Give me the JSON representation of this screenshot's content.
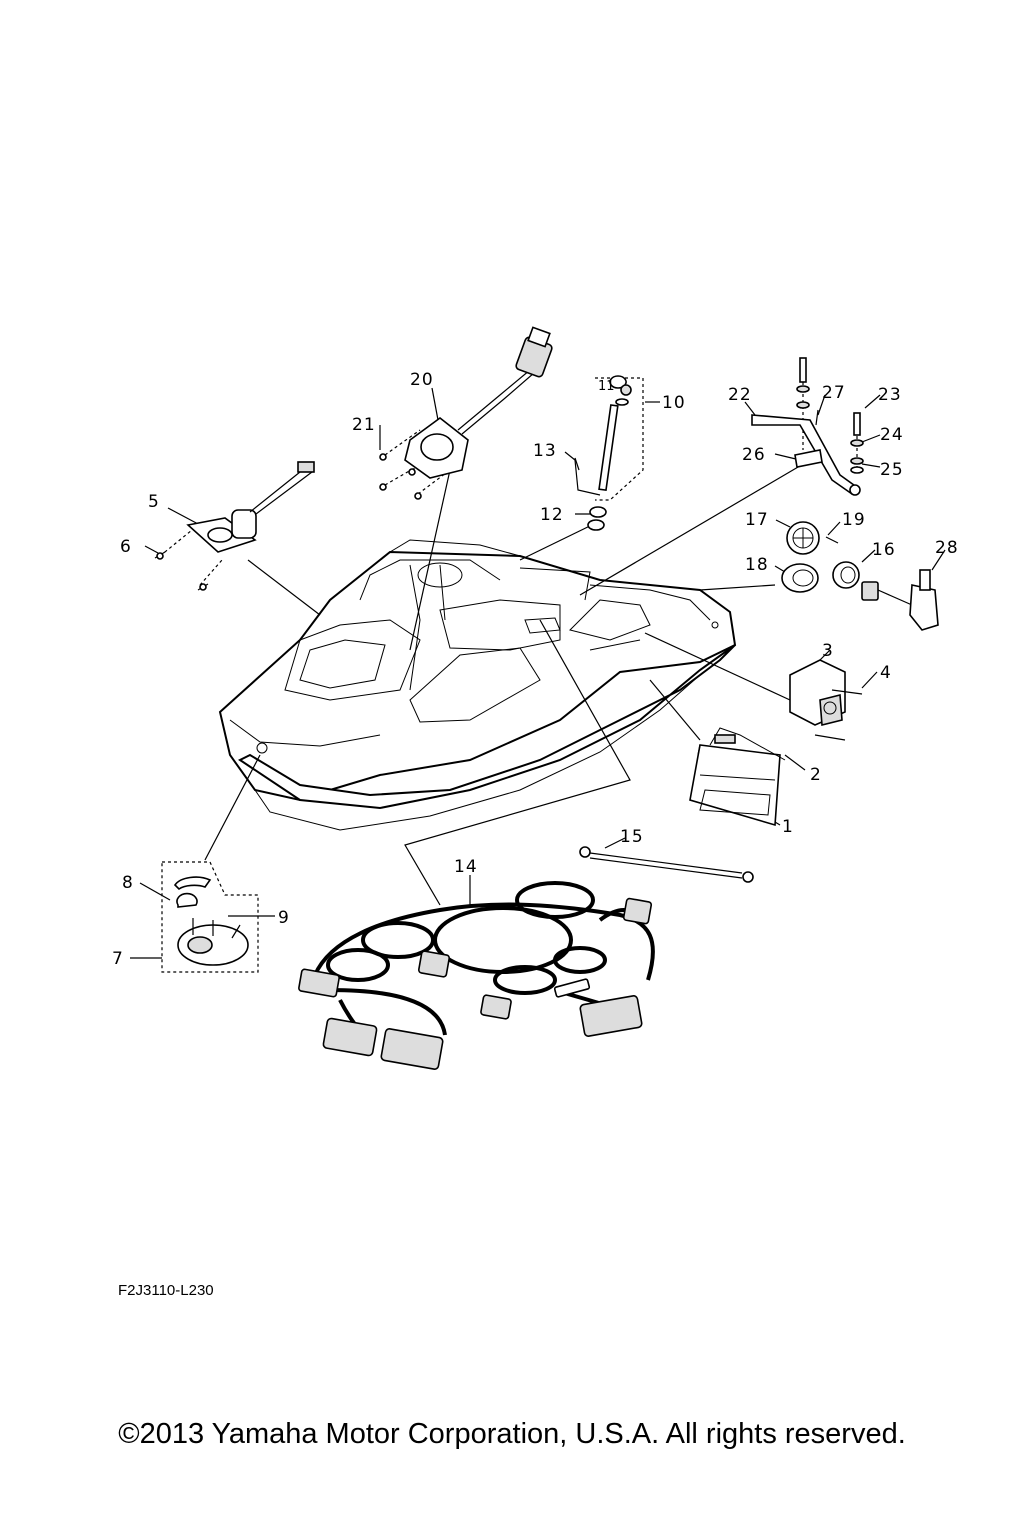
{
  "drawing_code": "F2J3110-L230",
  "copyright": "©2013 Yamaha Motor Corporation, U.S.A. All rights reserved.",
  "callouts": {
    "c1": "1",
    "c2": "2",
    "c3": "3",
    "c4": "4",
    "c5": "5",
    "c6": "6",
    "c7": "7",
    "c8": "8",
    "c9": "9",
    "c10": "10",
    "c11": "11",
    "c12": "12",
    "c13": "13",
    "c14": "14",
    "c15": "15",
    "c16": "16",
    "c17": "17",
    "c18": "18",
    "c19": "19",
    "c20": "20",
    "c21": "21",
    "c22": "22",
    "c23": "23",
    "c24": "24",
    "c25": "25",
    "c26": "26",
    "c27": "27",
    "c28": "28"
  }
}
